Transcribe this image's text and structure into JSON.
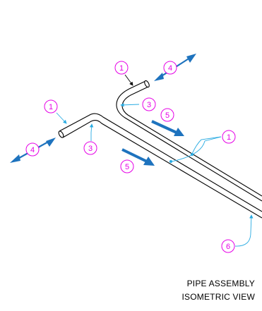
{
  "title": {
    "line1": "PIPE ASSEMBLY",
    "line2": "ISOMETRIC VIEW"
  },
  "colors": {
    "pipe": "#000000",
    "leader": "#29abe2",
    "arrow": "#1e73be",
    "callout": "#e600e6",
    "background": "#ffffff"
  },
  "callouts": [
    {
      "id": "c1",
      "label": "1"
    },
    {
      "id": "c2",
      "label": "4"
    },
    {
      "id": "c3",
      "label": "3"
    },
    {
      "id": "c4",
      "label": "5"
    },
    {
      "id": "c5",
      "label": "1"
    },
    {
      "id": "c6",
      "label": "1"
    },
    {
      "id": "c7",
      "label": "3"
    },
    {
      "id": "c8",
      "label": "4"
    },
    {
      "id": "c9",
      "label": "5"
    },
    {
      "id": "c10",
      "label": "6"
    }
  ]
}
